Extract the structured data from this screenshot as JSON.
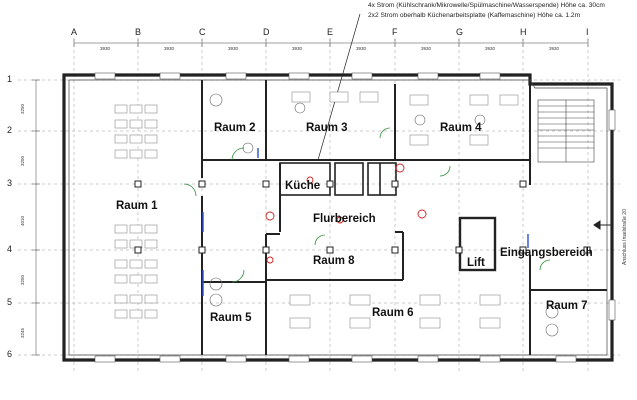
{
  "notes": [
    "4x Strom (Kühlschrank/Mikrowelle/Spülmaschine/Wasserspende) Höhe ca. 30cm",
    "2x2 Strom oberhalb Küchenarbeitsplatte (Kaffemaschine) Höhe ca. 1.2m"
  ],
  "columns": [
    "A",
    "B",
    "C",
    "D",
    "E",
    "F",
    "G",
    "H",
    "I"
  ],
  "rows": [
    "1",
    "2",
    "3",
    "4",
    "5",
    "6"
  ],
  "column_dims": [
    "3930",
    "3930",
    "3930",
    "3930",
    "3930",
    "3930",
    "3930",
    "3930"
  ],
  "row_dims": [
    "3250",
    "3250",
    "4010",
    "3250",
    "3245"
  ],
  "rooms": {
    "raum1": "Raum 1",
    "raum2": "Raum 2",
    "raum3": "Raum 3",
    "raum4": "Raum 4",
    "kueche": "Küche",
    "flur": "Flurbereich",
    "raum8": "Raum 8",
    "lift": "Lift",
    "eingang": "Eingangsbereich",
    "raum5": "Raum 5",
    "raum6": "Raum 6",
    "raum7": "Raum 7"
  },
  "side_label": "Anschluss Inselstraße 20",
  "colors": {
    "wall": "#222222",
    "line": "#555555",
    "accent_blue": "#2a4fd6",
    "accent_green": "#2f8f3a",
    "accent_red": "#cc2222"
  }
}
